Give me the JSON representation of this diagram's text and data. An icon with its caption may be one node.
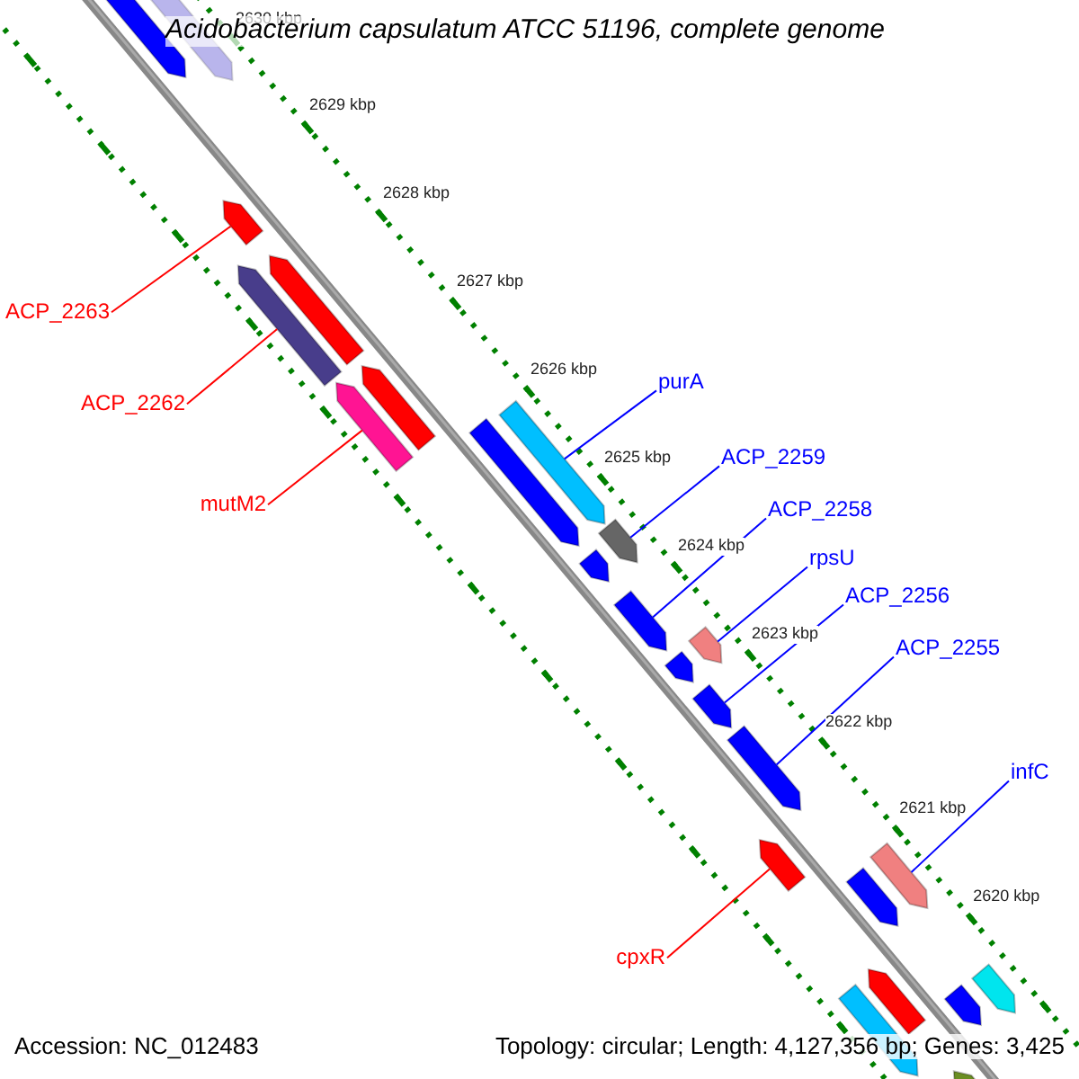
{
  "diagram": {
    "title": "Acidobacterium capsulatum ATCC 51196, complete genome",
    "nodes": [
      {
        "text": [
          "ACP_2263"
        ]
      },
      {
        "text": [],
        "shape": "arrow"
      },
      {
        "text": [
          "ACP_2262"
        ]
      },
      {
        "text": [],
        "shape": "arrow"
      },
      {
        "text": [
          "mutM2"
        ]
      },
      {
        "text": [],
        "shape": "arrow"
      },
      {
        "text": [
          "purA"
        ]
      },
      {
        "text": [],
        "shape": "arrow"
      },
      {
        "text": [
          "ACP_2259"
        ]
      },
      {
        "text": [],
        "shape": "arrow"
      },
      {
        "text": [
          "ACP_2258"
        ]
      },
      {
        "text": [],
        "shape": "arrow"
      },
      {
        "text": [
          "rpsU"
        ]
      },
      {
        "text": [],
        "shape": "arrow"
      },
      {
        "text": [
          "ACP_2256"
        ]
      },
      {
        "text": [],
        "shape": "arrow"
      },
      {
        "text": [
          "ACP_2255"
        ]
      },
      {
        "text": [],
        "shape": "arrow"
      },
      {
        "text": [
          "infC"
        ]
      },
      {
        "text": [],
        "shape": "arrow"
      },
      {
        "text": [
          "cpxR"
        ]
      },
      {
        "text": [],
        "shape": "arrow"
      },
      {
        "text": [],
        "shape": "arrow"
      },
      {
        "text": [],
        "shape": "arrow"
      },
      {
        "text": [],
        "shape": "arrow"
      },
      {
        "text": [],
        "shape": "arrow"
      },
      {
        "text": [],
        "shape": "arrow"
      },
      {
        "text": [],
        "shape": "arrow"
      },
      {
        "text": [],
        "shape": "arrow"
      },
      {
        "text": [],
        "shape": "arrow"
      },
      {
        "text": [],
        "shape": "arrow"
      },
      {
        "text": [],
        "shape": "arrow"
      },
      {
        "text": [],
        "shape": "arrow"
      },
      {
        "text": [],
        "shape": "arrow"
      },
      {
        "text": [],
        "shape": "arrow"
      }
    ],
    "edges": [
      {
        "from": 0,
        "to": 1,
        "arrow": "none",
        "color": "#ff0000"
      },
      {
        "from": 2,
        "to": 3,
        "arrow": "none",
        "color": "#ff0000"
      },
      {
        "from": 4,
        "to": 5,
        "arrow": "none",
        "color": "#ff0000"
      },
      {
        "from": 6,
        "to": 7,
        "arrow": "none"
      },
      {
        "from": 8,
        "to": 9,
        "arrow": "none"
      },
      {
        "from": 10,
        "to": 11,
        "arrow": "none"
      },
      {
        "from": 12,
        "to": 13,
        "arrow": "none"
      },
      {
        "from": 14,
        "to": 15,
        "arrow": "none"
      },
      {
        "from": 16,
        "to": 17,
        "arrow": "none"
      },
      {
        "from": 18,
        "to": 19,
        "arrow": "none"
      },
      {
        "from": 20,
        "to": 21,
        "arrow": "none",
        "color": "#ff0000"
      }
    ],
    "labels": [
      "2630 kbp",
      "2629 kbp",
      "2628 kbp",
      "2627 kbp",
      "2626 kbp",
      "2625 kbp",
      "2624 kbp",
      "2623 kbp",
      "2622 kbp",
      "2621 kbp",
      "2620 kbp",
      "Accession: NC_012483",
      "Topology: circular; Length: 4,127,356 bp; Genes: 3,425"
    ]
  }
}
